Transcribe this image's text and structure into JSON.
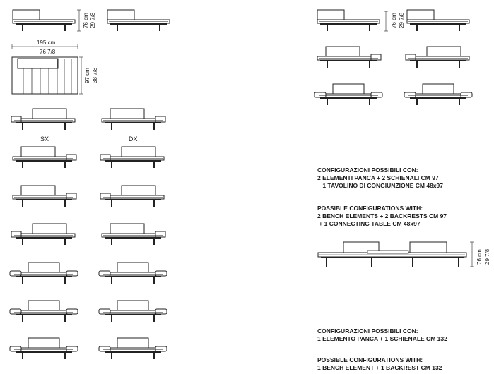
{
  "dimensions": {
    "front_height_cm": "76 cm",
    "front_height_in": "29 7/8",
    "top_width_cm": "195 cm",
    "top_width_in": "76 7/8",
    "top_depth_cm": "97 cm",
    "top_depth_in": "38 7/8",
    "bench_height_cm": "76 cm",
    "bench_height_in": "29 7/8"
  },
  "labels": {
    "left": "SX",
    "right": "DX"
  },
  "notes": [
    {
      "lines": [
        "CONFIGURAZIONI POSSIBILI CON:",
        "2 ELEMENTI PANCA + 2 SCHIENALI CM 97",
        "+ 1 TAVOLINO DI CONGIUNZIONE CM 48x97"
      ]
    },
    {
      "lines": [
        "POSSIBLE CONFIGURATIONS WITH:",
        "2 BENCH ELEMENTS + 2 BACKRESTS CM 97",
        " + 1 CONNECTING TABLE CM 48x97"
      ]
    },
    {
      "lines": [
        "CONFIGURAZIONI POSSIBILI CON:",
        "1 ELEMENTO PANCA + 1 SCHIENALE CM 132"
      ]
    },
    {
      "lines": [
        "POSSIBLE CONFIGURATIONS WITH:",
        "1 BENCH ELEMENT + 1 BACKREST CM 132"
      ]
    }
  ]
}
